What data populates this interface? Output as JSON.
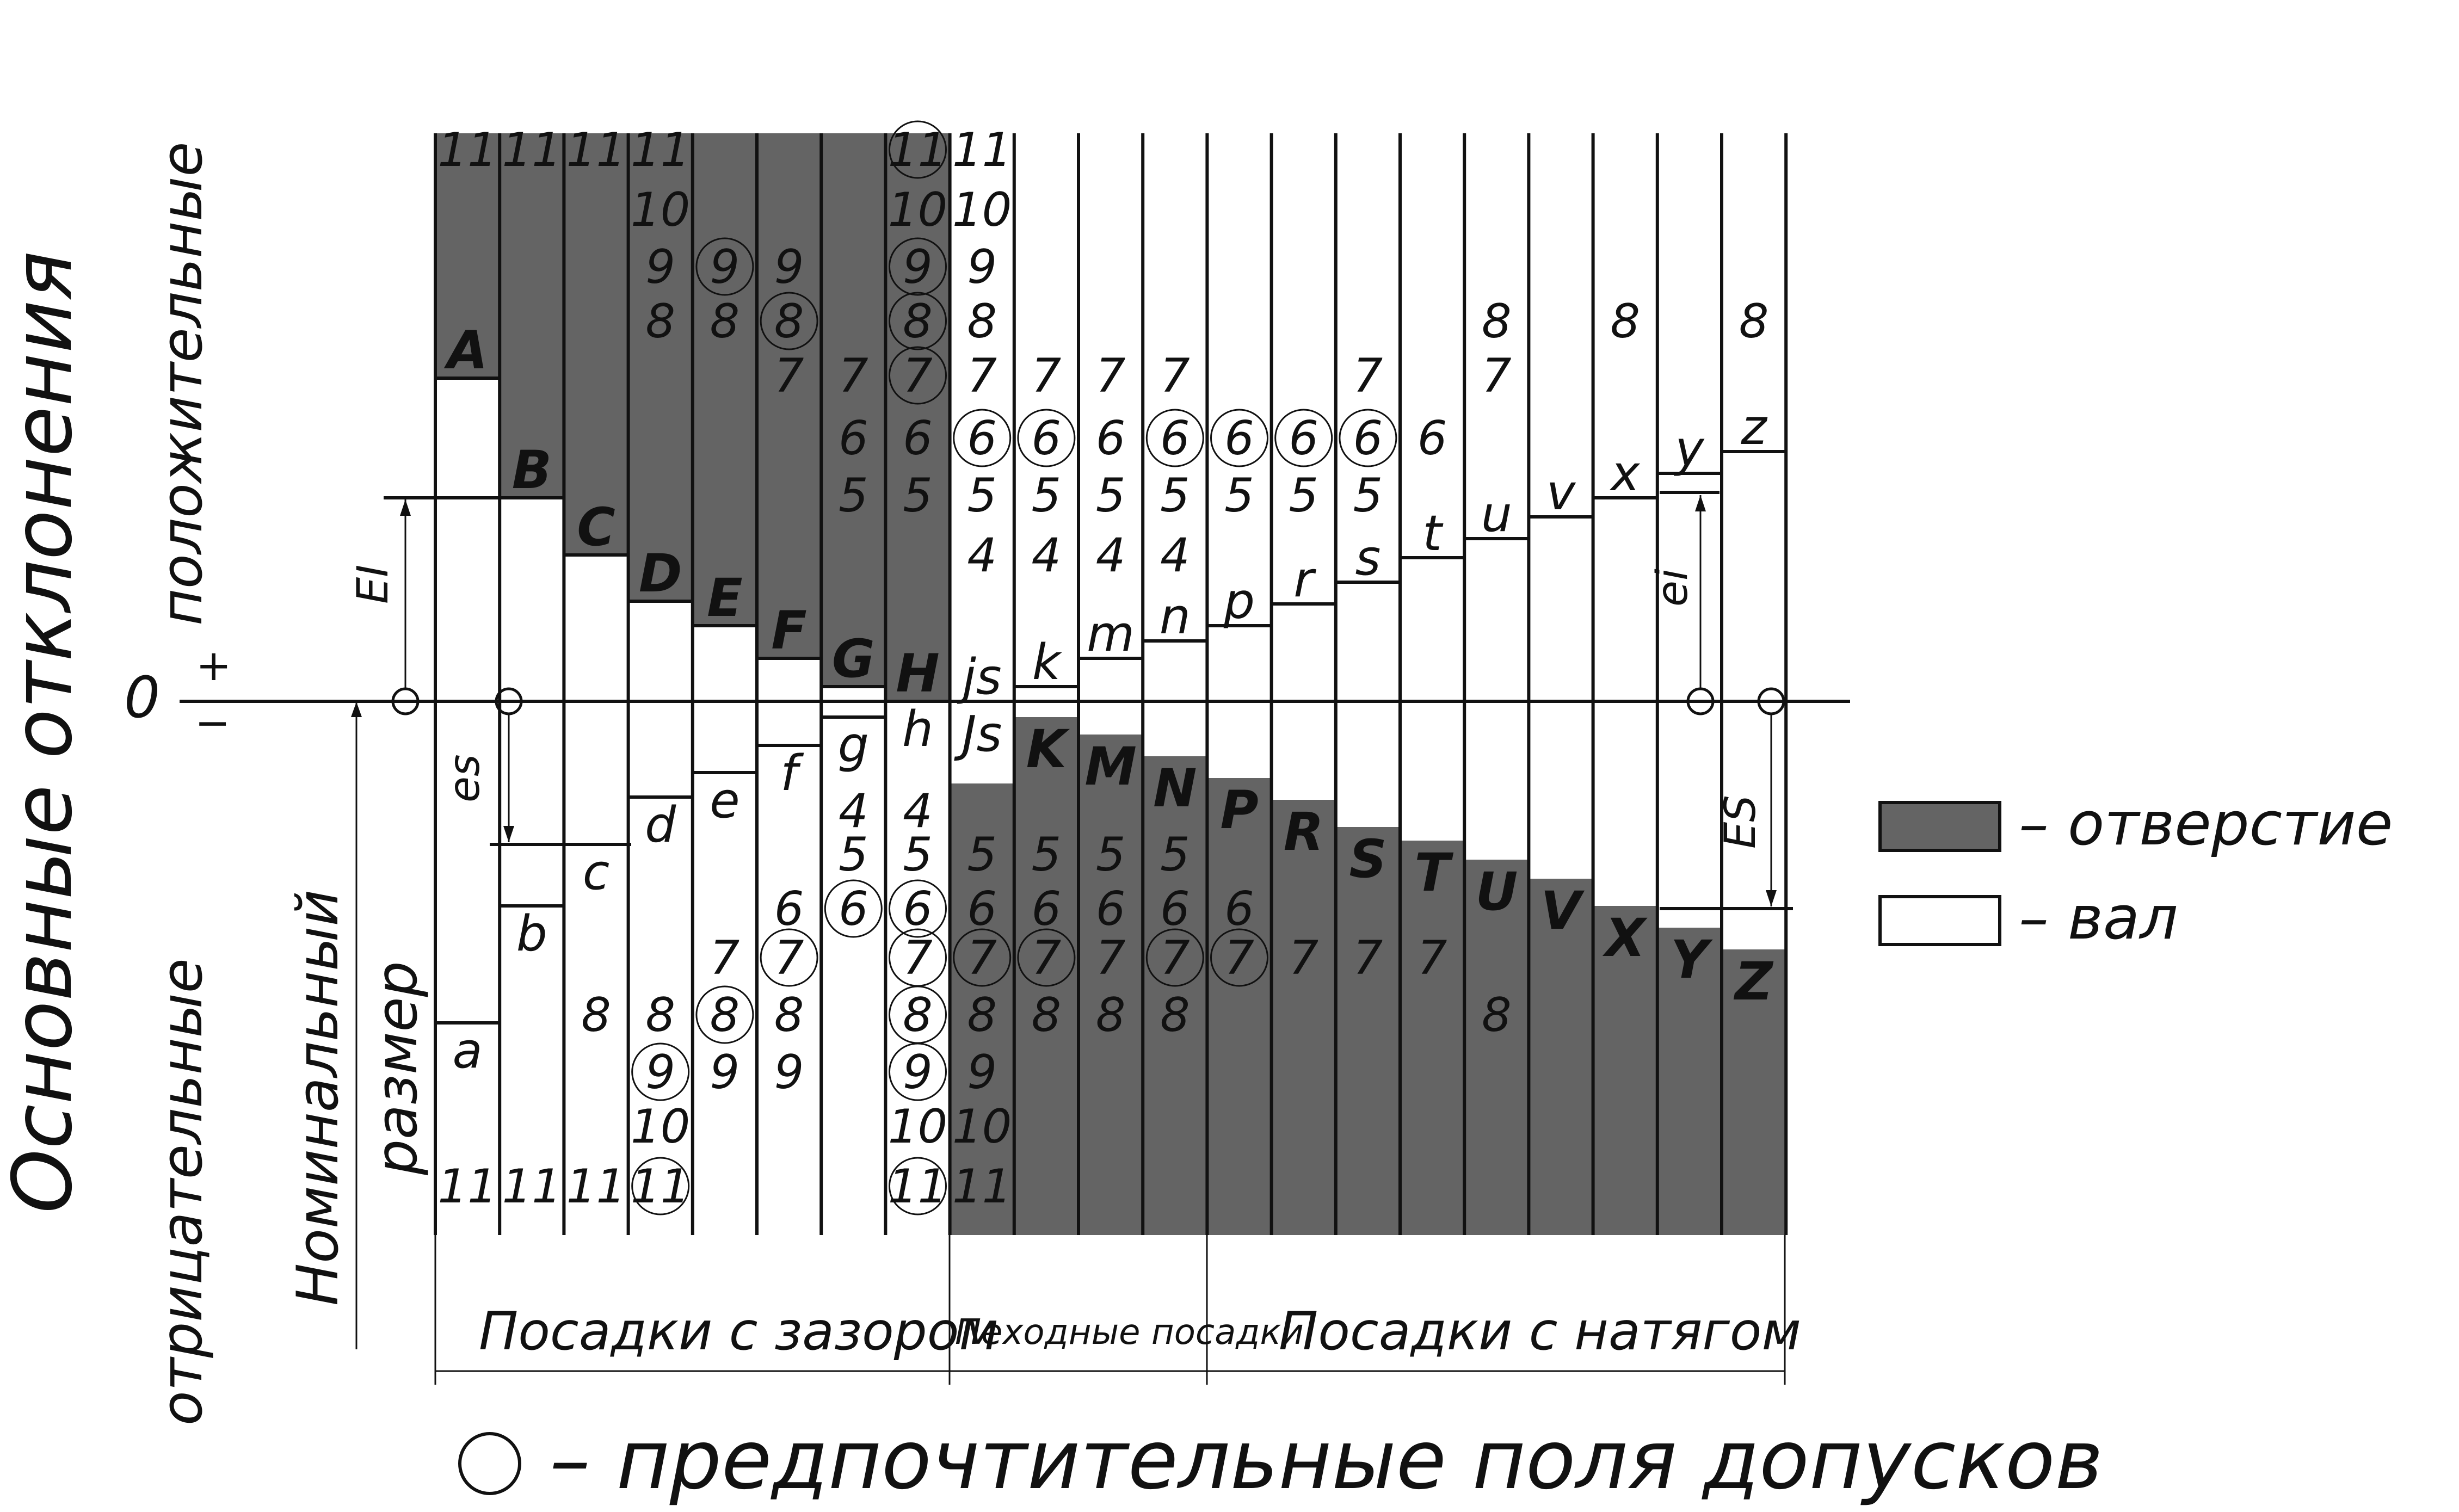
{
  "colors": {
    "fill": "#646464",
    "line": "#111111",
    "background": "#ffffff"
  },
  "labels": {
    "title_main": "Основные отклонения",
    "title_positive": "положительные",
    "title_negative": "отрицательные",
    "nominal_1": "Номинальный",
    "nominal_2": "размер",
    "zero": "0",
    "plus": "+",
    "minus": "−",
    "EI": "EI",
    "es": "es",
    "ei": "ei",
    "ES": "ES"
  },
  "legend": {
    "hole": "– отверстие",
    "shaft": "– вал",
    "preferred": "– предпочтительные поля допусков"
  },
  "zones": {
    "clearance": "Посадки с зазором",
    "transition": "Пеходные посадки",
    "interference": "Посадки с натягом"
  },
  "holes_upper": [
    {
      "symbol": "A",
      "grades": [
        "11"
      ]
    },
    {
      "symbol": "B",
      "grades": [
        "11"
      ]
    },
    {
      "symbol": "C",
      "grades": [
        "11"
      ]
    },
    {
      "symbol": "D",
      "grades": [
        "11",
        "10",
        "9",
        "8"
      ]
    },
    {
      "symbol": "E",
      "grades": [
        "9",
        "8"
      ]
    },
    {
      "symbol": "F",
      "grades": [
        "9",
        "8",
        "7"
      ]
    },
    {
      "symbol": "G",
      "grades": [
        "7",
        "6",
        "5"
      ]
    },
    {
      "symbol": "H",
      "grades": [
        "11",
        "10",
        "9",
        "8",
        "7",
        "6",
        "5"
      ]
    }
  ],
  "shafts_upper": [
    {
      "symbol": "js",
      "grades": [
        "11",
        "10",
        "9",
        "8",
        "7",
        "6",
        "5",
        "4"
      ]
    },
    {
      "symbol": "k",
      "grades": [
        "7",
        "6",
        "5",
        "4"
      ]
    },
    {
      "symbol": "m",
      "grades": [
        "7",
        "6",
        "5",
        "4"
      ]
    },
    {
      "symbol": "n",
      "grades": [
        "7",
        "6",
        "5",
        "4"
      ]
    },
    {
      "symbol": "p",
      "grades": [
        "6",
        "5"
      ]
    },
    {
      "symbol": "r",
      "grades": [
        "6",
        "5"
      ]
    },
    {
      "symbol": "s",
      "grades": [
        "7",
        "6",
        "5"
      ]
    },
    {
      "symbol": "t",
      "grades": [
        "6"
      ]
    },
    {
      "symbol": "u",
      "grades": [
        "8",
        "7"
      ]
    },
    {
      "symbol": "v",
      "grades": []
    },
    {
      "symbol": "x",
      "grades": [
        "8"
      ]
    },
    {
      "symbol": "y",
      "grades": []
    },
    {
      "symbol": "z",
      "grades": [
        "8"
      ]
    }
  ],
  "shafts_lower": [
    {
      "symbol": "a",
      "grades": [
        "11"
      ]
    },
    {
      "symbol": "b",
      "grades": [
        "11"
      ]
    },
    {
      "symbol": "c",
      "grades": [
        "8",
        "11"
      ]
    },
    {
      "symbol": "d",
      "grades": [
        "8",
        "9",
        "10",
        "11"
      ]
    },
    {
      "symbol": "e",
      "grades": [
        "7",
        "8",
        "9"
      ]
    },
    {
      "symbol": "f",
      "grades": [
        "6",
        "7",
        "8",
        "9"
      ]
    },
    {
      "symbol": "g",
      "grades": [
        "4",
        "5",
        "6"
      ]
    },
    {
      "symbol": "h",
      "grades": [
        "4",
        "5",
        "6",
        "7",
        "8",
        "9",
        "10",
        "11"
      ]
    }
  ],
  "holes_lower": [
    {
      "symbol": "Js",
      "grades": [
        "5",
        "6",
        "7",
        "8",
        "9",
        "10",
        "11"
      ]
    },
    {
      "symbol": "K",
      "grades": [
        "5",
        "6",
        "7",
        "8"
      ]
    },
    {
      "symbol": "M",
      "grades": [
        "5",
        "6",
        "7",
        "8"
      ]
    },
    {
      "symbol": "N",
      "grades": [
        "5",
        "6",
        "7",
        "8"
      ]
    },
    {
      "symbol": "P",
      "grades": [
        "6",
        "7"
      ]
    },
    {
      "symbol": "R",
      "grades": [
        "7"
      ]
    },
    {
      "symbol": "S",
      "grades": [
        "7"
      ]
    },
    {
      "symbol": "T",
      "grades": [
        "7"
      ]
    },
    {
      "symbol": "U",
      "grades": [
        "8"
      ]
    },
    {
      "symbol": "V",
      "grades": []
    },
    {
      "symbol": "X",
      "grades": []
    },
    {
      "symbol": "Y",
      "grades": []
    },
    {
      "symbol": "Z",
      "grades": []
    }
  ],
  "preferred": {
    "E": [
      "9"
    ],
    "F": [
      "8"
    ],
    "H": [
      "11",
      "9",
      "8",
      "7"
    ],
    "js": [
      "6"
    ],
    "k": [
      "6"
    ],
    "n": [
      "6"
    ],
    "p": [
      "6"
    ],
    "r": [
      "6"
    ],
    "s": [
      "6"
    ],
    "d": [
      "9",
      "11"
    ],
    "e": [
      "8"
    ],
    "f": [
      "7"
    ],
    "g": [
      "6"
    ],
    "h": [
      "6",
      "7",
      "8",
      "9",
      "11"
    ],
    "Js": [
      "7"
    ],
    "K": [
      "7"
    ],
    "N": [
      "7"
    ],
    "P": [
      "7"
    ]
  }
}
